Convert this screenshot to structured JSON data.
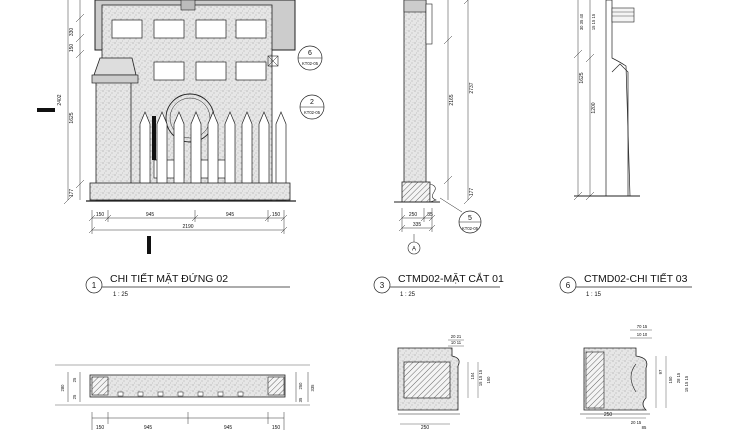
{
  "views": {
    "elev": {
      "num": "1",
      "title": "CHI TIẾT MẶT ĐỨNG 02",
      "scale": "1 : 25",
      "dims_h": [
        "150",
        "945",
        "945",
        "150"
      ],
      "dim_total": "2190",
      "dims_v": [
        "330",
        "150",
        "2402",
        "1625",
        "177"
      ],
      "callout_a": {
        "num": "6",
        "ref": "KT02-05"
      },
      "callout_b": {
        "num": "2",
        "ref": "KT02-05"
      }
    },
    "sect": {
      "num": "3",
      "title": "CTMD02-MẶT CẮT 01",
      "scale": "1 : 25",
      "dims_h": [
        "250",
        "85"
      ],
      "dim_total": "335",
      "dims_v": [
        "2165",
        "2737",
        "177"
      ],
      "callout": {
        "num": "5",
        "ref": "KT02-05"
      },
      "marker": "A"
    },
    "detail": {
      "num": "6",
      "title": "CTMD02-CHI TIẾT 03",
      "scale": "1 : 15",
      "dims_v": [
        "1625",
        "1200",
        "30 35 40",
        "15 15 15"
      ]
    },
    "plan": {
      "dims_v_left": [
        "280",
        "25",
        "25"
      ],
      "dims_v_right": [
        "250",
        "335",
        "35"
      ],
      "dims_h": [
        "150",
        "945",
        "945",
        "150"
      ]
    },
    "det2": {
      "dims_top": [
        "20 21",
        "10 11"
      ],
      "dims_right": [
        "104",
        "15 15 15",
        "150"
      ],
      "dims_bottom": [
        "250"
      ]
    },
    "det3": {
      "dims_top": [
        "70 15",
        "10 10"
      ],
      "dims_right": [
        "97",
        "150",
        "28 15",
        "15 15 15"
      ],
      "dims_bottom": [
        "250",
        "20 15",
        "85"
      ]
    }
  }
}
